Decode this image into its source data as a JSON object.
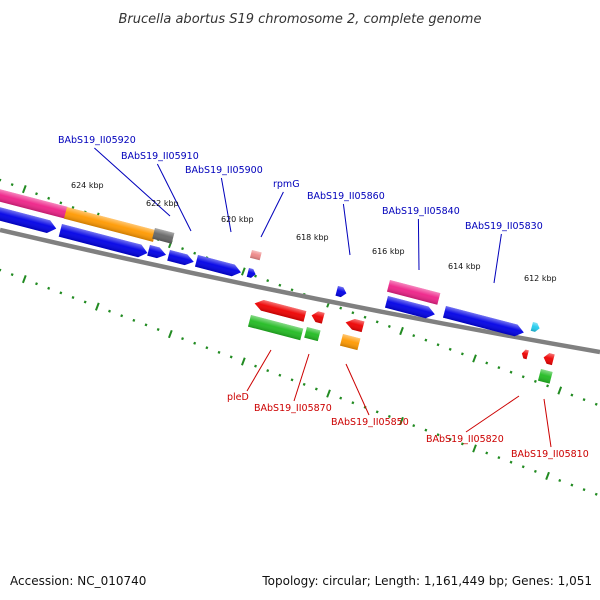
{
  "title": "Brucella abortus S19 chromosome 2, complete genome",
  "footer": {
    "accession": "Accession: NC_010740",
    "summary": "Topology: circular; Length: 1,161,449 bp; Genes: 1,051"
  },
  "colors": {
    "backbone": "#808080",
    "ticks": "#228b22",
    "label_top": "#0000bb",
    "label_bottom": "#cc0000",
    "blue": "#0000e6",
    "pink": "#ee2288",
    "orange": "#ff9900",
    "gray": "#666666",
    "red": "#ee0000",
    "green": "#22bb22",
    "cyan": "#22ccee",
    "lightred": "#ee8888"
  },
  "tick_labels": [
    "624 kbp",
    "622 kbp",
    "620 kbp",
    "618 kbp",
    "616 kbp",
    "614 kbp",
    "612 kbp"
  ],
  "top_labels": [
    "BAbS19_II05920",
    "BAbS19_II05910",
    "BAbS19_II05900",
    "rpmG",
    "BAbS19_II05860",
    "BAbS19_II05840",
    "BAbS19_II05830"
  ],
  "bottom_labels": [
    "pleD",
    "BAbS19_II05870",
    "BAbS19_II05850",
    "BAbS19_II05820",
    "BAbS19_II05810"
  ]
}
